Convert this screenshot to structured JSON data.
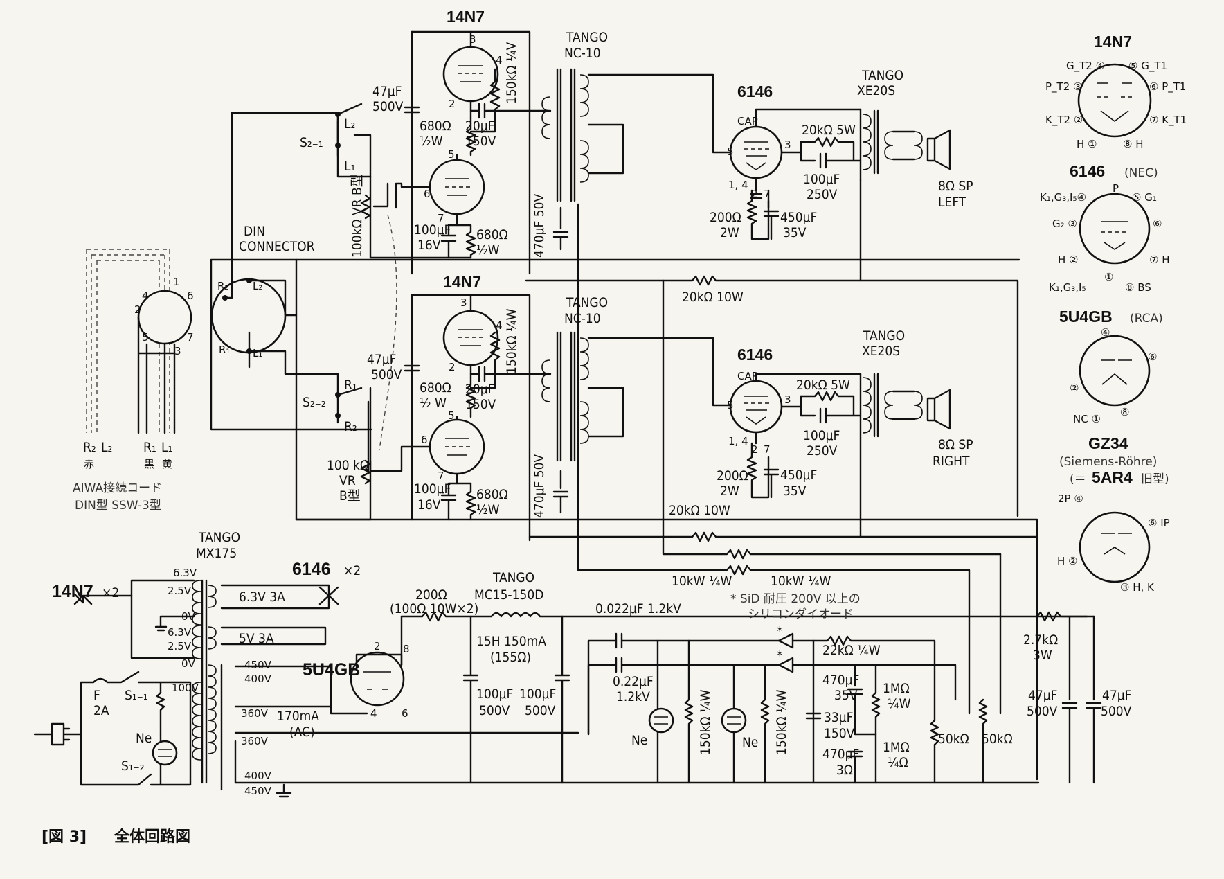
{
  "figure": {
    "caption_num": "[図 3]",
    "caption_title": "全体回路図"
  },
  "upper_channel": {
    "tube_pre": "14N7",
    "pin3": "3",
    "pin4": "4",
    "pin2": "2",
    "pin5": "5",
    "pin6": "6",
    "pin7": "7",
    "r_grid": "150kΩ ¼V",
    "c_dec": "47μF",
    "c_dec_v": "500V",
    "r_plate": "680Ω",
    "r_plate_w": "½W",
    "c_coup": "20μF",
    "c_coup_v": "150V",
    "r_k": "680Ω",
    "r_k_w": "½W",
    "c_k": "100μF",
    "c_k_v": "16V",
    "vr": "100kΩ VR B型",
    "sw": "S₂₋₁",
    "sw_l2": "L₂",
    "sw_l1": "L₁",
    "xfmr_in_brand": "TANGO",
    "xfmr_in": "NC-10",
    "c_bypass": "470μF 50V",
    "tube_out": "6146",
    "cap_label": "CAP",
    "o_pin5": "5",
    "o_pin3": "3",
    "o_pin14": "1, 4",
    "o_pin2": "2",
    "o_pin7": "7",
    "r_fb": "20kΩ 5W",
    "c_fb": "100μF",
    "c_fb_v": "250V",
    "r_k_out": "200Ω",
    "r_k_out_w": "2W",
    "c_k_out": "450μF",
    "c_k_out_v": "35V",
    "xfmr_out_brand": "TANGO",
    "xfmr_out": "XE20S",
    "sp": "8Ω SP",
    "sp_side": "LEFT",
    "r_series": "20kΩ 10W"
  },
  "lower_channel": {
    "tube_pre": "14N7",
    "pin3": "3",
    "pin4": "4",
    "pin2": "2",
    "pin5": "5",
    "pin6": "6",
    "pin7": "7",
    "r_grid": "150kΩ ¼W",
    "c_dec": "47μF",
    "c_dec_v": "500V",
    "r_plate": "680Ω",
    "r_plate_w": "½ W",
    "c_coup": "20μF",
    "c_coup_v": "150V",
    "r_k": "680Ω",
    "r_k_w": "½W",
    "c_k": "100μF",
    "c_k_v": "16V",
    "vr": "100 kΩ",
    "vr2": "VR",
    "vr3": "B型",
    "sw": "S₂₋₂",
    "sw_r1": "R₁",
    "sw_r2": "R₂",
    "xfmr_in_brand": "TANGO",
    "xfmr_in": "NC-10",
    "c_bypass": "470μF 50V",
    "tube_out": "6146",
    "cap_label": "CAP",
    "o_pin5": "5",
    "o_pin3": "3",
    "o_pin14": "1, 4",
    "o_pin2": "2",
    "o_pin7": "7",
    "r_fb": "20kΩ 5W",
    "c_fb": "100μF",
    "c_fb_v": "250V",
    "r_k_out": "200Ω",
    "r_k_out_w": "2W",
    "c_k_out": "450μF",
    "c_k_out_v": "35V",
    "xfmr_out_brand": "TANGO",
    "xfmr_out": "XE20S",
    "sp": "8Ω SP",
    "sp_side": "RIGHT",
    "r_series": "20kΩ 10W"
  },
  "din": {
    "title1": "DIN",
    "title2": "CONNECTOR",
    "r2": "R₂",
    "l2": "L₂",
    "r1": "R₁",
    "l1": "L₁",
    "plug_pins": [
      "4",
      "1",
      "6",
      "2",
      "5",
      "3",
      "7"
    ],
    "wire_labels": [
      "R₂",
      "L₂",
      "R₁",
      "L₁"
    ],
    "wire_colors": [
      "赤",
      "",
      "黒",
      "黄"
    ],
    "cord1": "AIWA接続コード",
    "cord2": "DIN型 SSW-3型"
  },
  "power": {
    "pt_brand": "TANGO",
    "pt": "MX175",
    "taps_left": [
      "6.3V",
      "2.5V",
      "0V",
      "6.3V",
      "2.5V",
      "0V"
    ],
    "sec_heater": "6.3V 3A",
    "sec_rect": "5V 3A",
    "taps_hv": [
      "450V",
      "400V",
      "360V",
      "360V",
      "400V",
      "450V"
    ],
    "hv_current": "170mA",
    "hv_ac": "(AC)",
    "primary": "100V",
    "fuse": "F",
    "fuse_v": "2A",
    "s11": "S₁₋₁",
    "s12": "S₁₋₂",
    "ne": "Ne",
    "heater_14n7": "14N7",
    "heater_14n7_x": "×2",
    "heater_6146": "6146",
    "heater_6146_x": "×2",
    "rect": "5U4GB",
    "rect_p2": "2",
    "rect_p8": "8",
    "rect_p4": "4",
    "rect_p6": "6",
    "r_drop": "200Ω",
    "r_drop2": "(100Ω 10W×2)",
    "choke_brand": "TANGO",
    "choke": "MC15-150D",
    "choke_spec": "15H 150mA",
    "choke_r": "(155Ω)",
    "c1": "100μF",
    "c1v": "500V",
    "c2": "100μF",
    "c2v": "500V",
    "bias_c1": "0.022μF 1.2kV",
    "bias_c2": "0.22μF",
    "bias_c2v": "1.2kV",
    "sid_note1": "* SiD 耐圧 200V 以上の",
    "sid_note2": "シリコンダイオード",
    "r22k": "22kΩ ¼W",
    "c470a": "470μF",
    "c470av": "35V",
    "c33": "33μF",
    "c33v": "150V",
    "c470b": "470μF",
    "c470bv": "3Ω",
    "r1m_a": "1MΩ",
    "r1m_aw": "¼W",
    "r1m_b": "1MΩ",
    "r1m_bw": "¼Ω",
    "ne2": "Ne",
    "ne3": "Ne",
    "r150a": "150kΩ ¼W",
    "r150b": "150kΩ ¼W",
    "pot1": "50kΩ",
    "pot2": "50kΩ",
    "r27": "2.7kΩ",
    "r27w": "3W",
    "c47a": "47μF",
    "c47av": "500V",
    "c47b": "47μF",
    "c47bv": "500V",
    "r10k_a": "10kW ¼W",
    "r10k_b": "10kW ¼W",
    "star": "*"
  },
  "pinouts": {
    "a_title": "14N7",
    "a_pins": [
      "G_T2 ④",
      "⑤ G_T1",
      "P_T2 ③",
      "⑥ P_T1",
      "K_T2 ②",
      "⑦ K_T1",
      "H ①",
      "⑧ H"
    ],
    "b_title": "6146",
    "b_sub": "(NEC)",
    "b_pins": [
      "P",
      "K₁,G₃,I₅④",
      "⑤ G₁",
      "G₂ ③",
      "⑥",
      "H ②",
      "⑦ H",
      "K₁,G₃,I₅",
      "⑧ BS",
      "①"
    ],
    "c_title": "5U4GB",
    "c_sub": "(RCA)",
    "c_pins": [
      "④",
      "⑥",
      "②",
      "NC ①",
      "⑧"
    ],
    "d_title": "GZ34",
    "d_sub": "(Siemens-Röhre)",
    "d_eq": "(＝",
    "d_eq2": "5AR4",
    "d_eq3": "旧型)",
    "d_pins": [
      "2P ④",
      "⑥ IP",
      "H ②",
      "③ H, K"
    ]
  }
}
